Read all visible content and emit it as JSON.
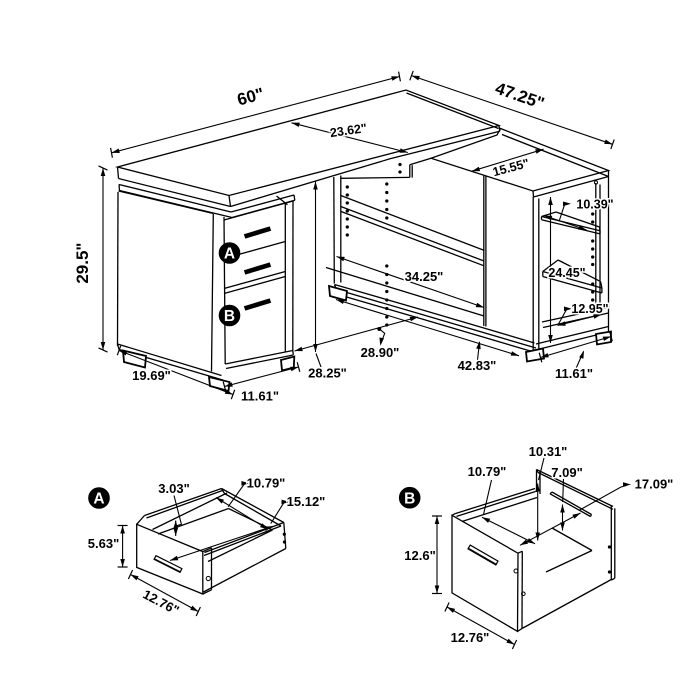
{
  "page": {
    "background": "#ffffff",
    "line_color": "#000000",
    "description": "Dimension diagram of an L-shaped office desk with drawer pedestal, open shelving return and two drawer detail views"
  },
  "units": "inches",
  "main_view": {
    "callouts": {
      "a": "A",
      "b": "B"
    },
    "dims": {
      "width": "60\"",
      "return_length": "47.25\"",
      "height": "29.5\"",
      "top_depth": "23.62\"",
      "return_top_depth": "15.55\"",
      "top_shelf_depth": "10.39\"",
      "shelf_opening_height": "24.45\"",
      "bottom_shelf_depth": "12.95\"",
      "open_shelf_length": "34.25\"",
      "knee_space_width": "28.90\"",
      "knee_space_height": "28.25\"",
      "return_base_length": "42.83\"",
      "pedestal_depth": "19.69\"",
      "pedestal_width": "11.61\"",
      "return_end_width": "11.61\""
    }
  },
  "detail_a": {
    "callout": "A",
    "dims": {
      "side_height": "3.03\"",
      "interior_width": "10.79\"",
      "interior_diagonal": "15.12\"",
      "front_height": "5.63\"",
      "front_width": "12.76\""
    }
  },
  "detail_b": {
    "callout": "B",
    "dims": {
      "back_height": "10.31\"",
      "interior_width": "10.79\"",
      "rail_height": "7.09\"",
      "interior_diagonal": "17.09\"",
      "front_height": "12.6\"",
      "front_width": "12.76\""
    }
  }
}
